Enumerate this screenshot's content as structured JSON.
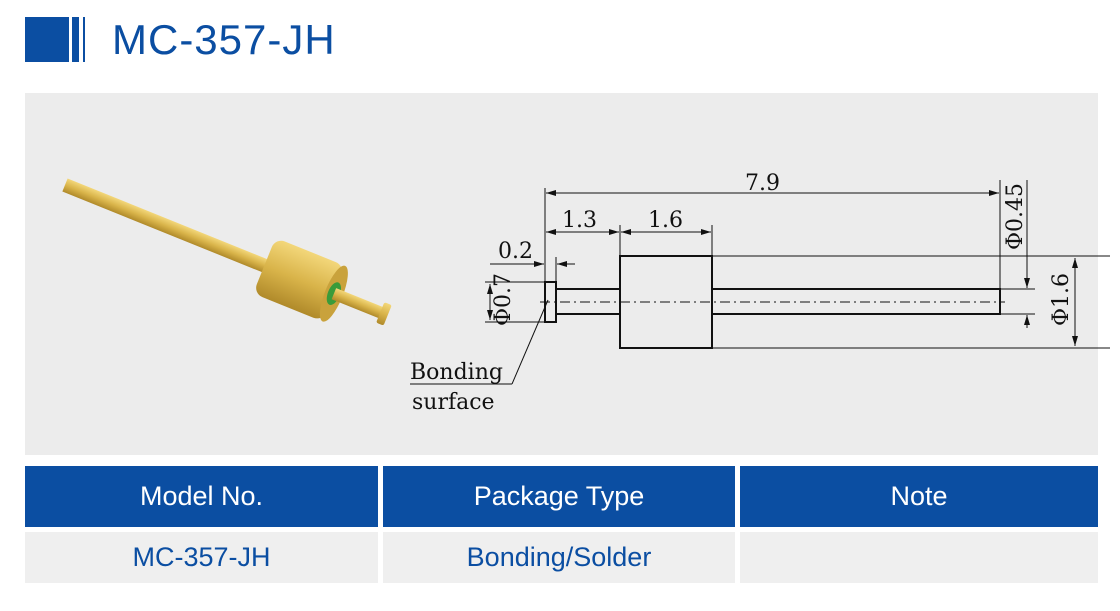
{
  "title": "MC-357-JH",
  "drawing": {
    "dims": {
      "overall": "7.9",
      "seg1": "1.3",
      "seg2": "1.6",
      "head": "0.2",
      "head_dia": "Φ0.7",
      "shaft_dia": "Φ0.45",
      "body_dia": "Φ1.6"
    },
    "label_line1": "Bonding",
    "label_line2": "surface"
  },
  "table": {
    "headers": [
      "Model No.",
      "Package Type",
      "Note"
    ],
    "rows": [
      [
        "MC-357-JH",
        "Bonding/Solder",
        ""
      ]
    ]
  },
  "colors": {
    "brand": "#0b4ea2",
    "gold": "#d9b44a"
  }
}
